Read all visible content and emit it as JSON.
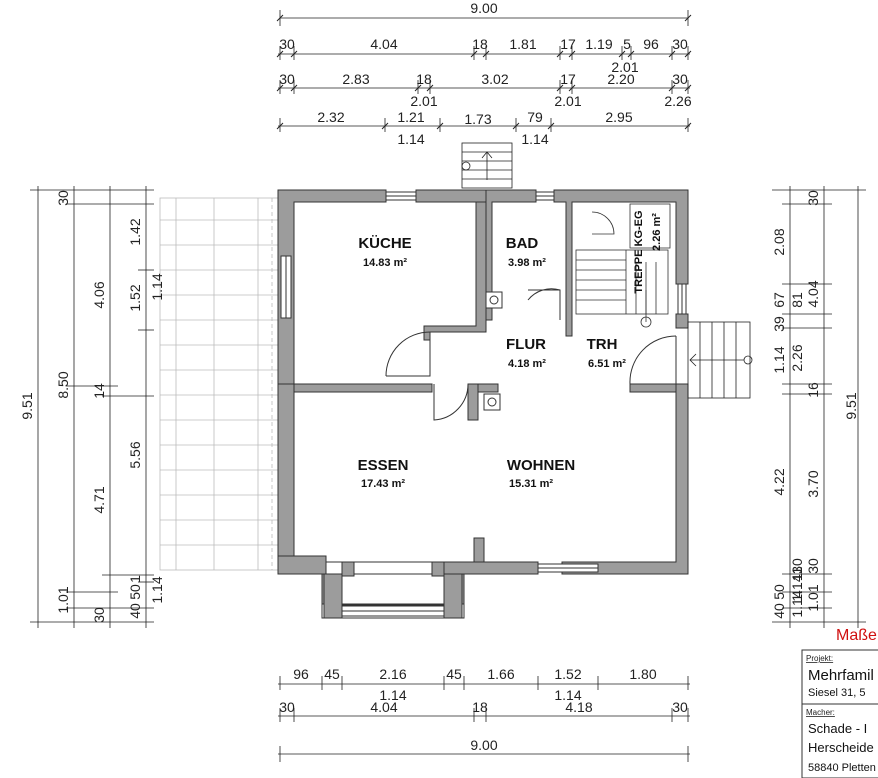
{
  "rooms": [
    {
      "name": "KÜCHE",
      "area": "14.83 m²"
    },
    {
      "name": "BAD",
      "area": "3.98 m²"
    },
    {
      "name": "FLUR",
      "area": "4.18 m²"
    },
    {
      "name": "TRH",
      "area": "6.51 m²"
    },
    {
      "name": "ESSEN",
      "area": "17.43 m²"
    },
    {
      "name": "WOHNEN",
      "area": "15.31 m²"
    }
  ],
  "stair_label": "TREPPE KG-EG",
  "stair_area": "2.26 m²",
  "dims_top": {
    "overall": "9.00",
    "row1": [
      "30",
      "4.04",
      "18",
      "1.81",
      "17",
      "1.19",
      "5",
      "96",
      "30"
    ],
    "row1_sub": "2.01",
    "row2": [
      "30",
      "2.83",
      "18",
      "3.02",
      "17",
      "2.20",
      "30"
    ],
    "row2_sub": [
      "2.01",
      "2.01",
      "2.26"
    ],
    "row3": [
      "2.32",
      "1.21",
      "1.73",
      "79",
      "2.95"
    ],
    "row3_sub": [
      "1.14",
      "1.14"
    ]
  },
  "dims_bottom": {
    "row1": [
      "96",
      "45",
      "2.16",
      "45",
      "1.66",
      "1.52",
      "1.80"
    ],
    "row1_sub": [
      "1.14",
      "1.14"
    ],
    "row2": [
      "30",
      "4.04",
      "18",
      "4.18",
      "30"
    ],
    "overall": "9.00"
  },
  "dims_left": {
    "overall": "9.51",
    "col2": [
      "30",
      "8.50",
      "14",
      "1.01",
      "30"
    ],
    "col3": [
      "4.06",
      "5.56",
      "4.71",
      "40",
      "50"
    ],
    "col4": [
      "1.42",
      "1.52",
      "1.14",
      "1.14",
      "1"
    ]
  },
  "dims_right": {
    "overall": "9.51",
    "col2": [
      "30",
      "4.04",
      "16",
      "3.70",
      "1.01",
      "30"
    ],
    "col1": [
      "2.08",
      "67",
      "39",
      "2.26",
      "1.14",
      "4.22",
      "40",
      "50"
    ],
    "col_misc": [
      "81",
      "1.14",
      "11",
      "30",
      "1.14"
    ]
  },
  "note": "Maße",
  "title_block": {
    "project_label": "Projekt:",
    "project_name": "Mehrfamil",
    "project_address": "Siesel 31, 5",
    "maker_label": "Macher:",
    "maker_name": "Schade - I",
    "maker_street": "Herscheide",
    "maker_city": "58840 Pletten"
  },
  "colors": {
    "wall": "#9c9c9c",
    "wall_stroke": "#333333",
    "line": "#222222",
    "note": "#d01010"
  }
}
